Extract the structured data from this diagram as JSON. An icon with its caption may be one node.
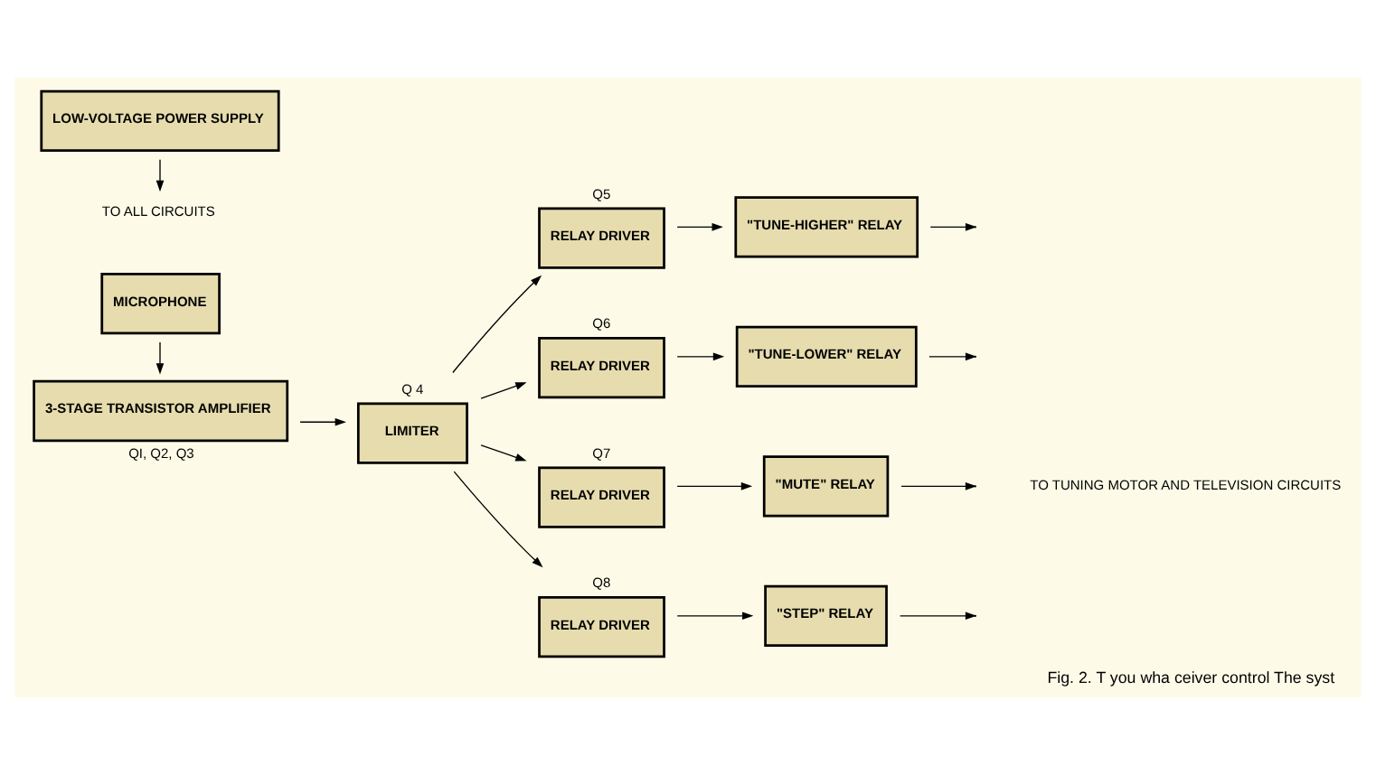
{
  "diagram": {
    "caption": "Fig. 2. T you wha ceiver control The syst",
    "nodes": [
      {
        "text": [
          "MICROPHONE"
        ]
      },
      {
        "text": [
          "3-STAGE TRANSISTOR AMPLIFIER"
        ],
        "beside": [
          "QI, Q2, Q3"
        ]
      },
      {
        "text": [
          "LIMITER"
        ],
        "beside": [
          "Q 4"
        ]
      },
      {
        "text": [
          "RELAY DRIVER"
        ],
        "beside": [
          "Q5"
        ]
      },
      {
        "text": [
          "\"TUNE-HIGHER\" RELAY"
        ]
      },
      {
        "text": [
          "RELAY DRIVER"
        ],
        "beside": [
          "Q6"
        ]
      },
      {
        "text": [
          "\"TUNE-LOWER\" RELAY"
        ]
      },
      {
        "text": [
          "RELAY DRIVER"
        ],
        "beside": [
          "Q7"
        ]
      },
      {
        "text": [
          "\"MUTE\" RELAY"
        ]
      },
      {
        "text": [
          "RELAY DRIVER"
        ],
        "beside": [
          "Q8"
        ]
      },
      {
        "text": [
          "\"STEP\" RELAY"
        ]
      },
      {
        "text": [
          "LOW-VOLTAGE POWER SUPPLY"
        ]
      },
      {
        "text": [
          "TO ALL CIRCUITS"
        ]
      }
    ],
    "edges": [
      {
        "from": 0,
        "to": 1,
        "arrow": "to"
      },
      {
        "from": 1,
        "to": 2,
        "arrow": "to"
      },
      {
        "from": 2,
        "to": 3,
        "arrow": "to"
      },
      {
        "from": 2,
        "to": 5,
        "arrow": "to"
      },
      {
        "from": 2,
        "to": 7,
        "arrow": "to"
      },
      {
        "from": 2,
        "to": 9,
        "arrow": "to"
      },
      {
        "from": 3,
        "to": 4,
        "arrow": "to"
      },
      {
        "from": 5,
        "to": 6,
        "arrow": "to"
      },
      {
        "from": 7,
        "to": 8,
        "arrow": "to"
      },
      {
        "from": 9,
        "to": 10,
        "arrow": "to"
      },
      {
        "from": 4,
        "to": null,
        "arrow": "to"
      },
      {
        "from": 6,
        "to": null,
        "arrow": "to"
      },
      {
        "from": 8,
        "to": null,
        "arrow": "to"
      },
      {
        "from": 10,
        "to": null,
        "arrow": "to"
      },
      {
        "from": 11,
        "to": 12,
        "arrow": "to"
      }
    ],
    "labels": [
      "TO TUNING MOTOR AND TELEVISION CIRCUITS"
    ]
  }
}
